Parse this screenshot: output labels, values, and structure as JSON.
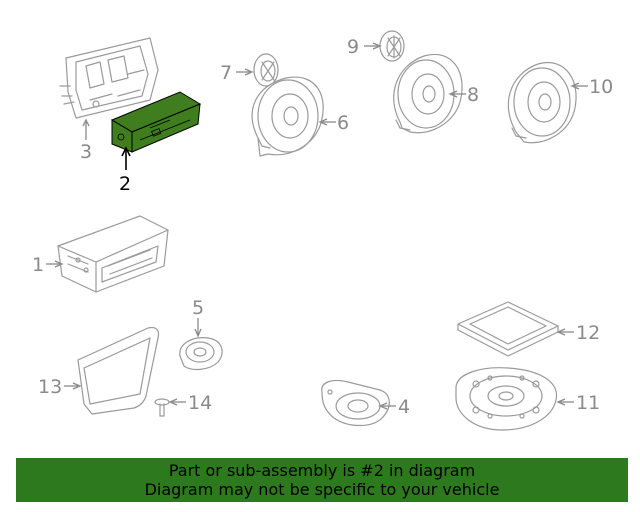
{
  "highlight_color": "#3f7d1f",
  "banner": {
    "color": "#2d7a1e",
    "line1": "Part or sub-assembly is #2 in diagram",
    "line2": "Diagram may not be specific to your vehicle"
  },
  "callouts": {
    "c1": "1",
    "c2": "2",
    "c3": "3",
    "c4": "4",
    "c5": "5",
    "c6": "6",
    "c7": "7",
    "c8": "8",
    "c9": "9",
    "c10": "10",
    "c11": "11",
    "c12": "12",
    "c13": "13",
    "c14": "14"
  },
  "highlighted_part": "2"
}
